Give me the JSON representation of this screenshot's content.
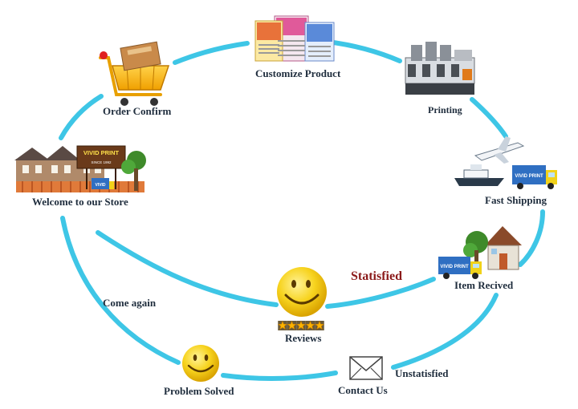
{
  "nodes": {
    "customize": {
      "label": "Customize Product"
    },
    "order": {
      "label": "Order Confirm"
    },
    "printing": {
      "label": "Printing"
    },
    "shipping": {
      "label": "Fast Shipping"
    },
    "store": {
      "label": "Welcome to our Store",
      "sign": "VIVID PRINT",
      "sign_sub": "SINCE 1992",
      "truck_text": "VIVID"
    },
    "received": {
      "label": "Item Recived",
      "truck_text": "VIVID PRINT"
    },
    "reviews": {
      "label": "Reviews",
      "rating": 5
    },
    "contact": {
      "label": "Contact Us"
    },
    "solved": {
      "label": "Problem Solved"
    }
  },
  "flow": {
    "satisfied": "Statisfied",
    "unsatisfied": "Unstatisfied",
    "come_again": "Come again"
  },
  "ship_truck_text": "VIVID PRINT",
  "colors": {
    "arrow": "#3ec6e6",
    "label": "#1f2d3d",
    "satisfied": "#8b1a1a",
    "smiley": "#f5cc1a"
  }
}
